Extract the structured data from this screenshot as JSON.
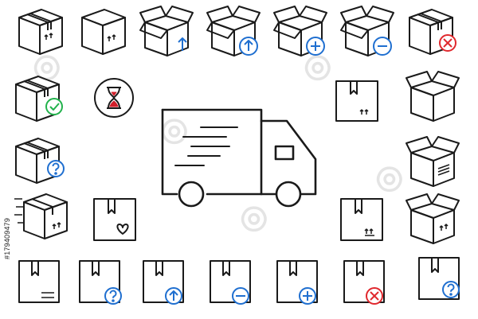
{
  "stock_id": "#179409479",
  "colors": {
    "stroke": "#1a1a1a",
    "blue": "#1f6fd0",
    "green": "#22b24c",
    "red": "#e0282d",
    "hourglass_sand": "#d11f2a"
  },
  "icons": [
    {
      "name": "closed-box-arrows-icon"
    },
    {
      "name": "closed-box-arrows-icon-2"
    },
    {
      "name": "open-box-arrow-up-icon"
    },
    {
      "name": "open-box-upload-circle-icon"
    },
    {
      "name": "open-box-add-circle-icon"
    },
    {
      "name": "open-box-remove-circle-icon"
    },
    {
      "name": "closed-box-cancel-circle-icon"
    },
    {
      "name": "closed-box-check-circle-icon"
    },
    {
      "name": "hourglass-circle-icon"
    },
    {
      "name": "delivery-truck-icon"
    },
    {
      "name": "flat-box-arrows-icon"
    },
    {
      "name": "open-box-icon"
    },
    {
      "name": "closed-box-question-circle-icon"
    },
    {
      "name": "open-box-label-icon"
    },
    {
      "name": "fast-delivery-box-icon"
    },
    {
      "name": "flat-box-heart-icon"
    },
    {
      "name": "flat-box-arrows-icon-2"
    },
    {
      "name": "open-box-label-icon-2"
    },
    {
      "name": "flat-box-lines-icon"
    },
    {
      "name": "flat-box-question-circle-icon"
    },
    {
      "name": "flat-box-upload-circle-icon"
    },
    {
      "name": "flat-box-remove-circle-icon"
    },
    {
      "name": "flat-box-add-circle-icon"
    },
    {
      "name": "flat-box-cancel-circle-icon"
    },
    {
      "name": "flat-box-question-circle-icon-2"
    }
  ]
}
